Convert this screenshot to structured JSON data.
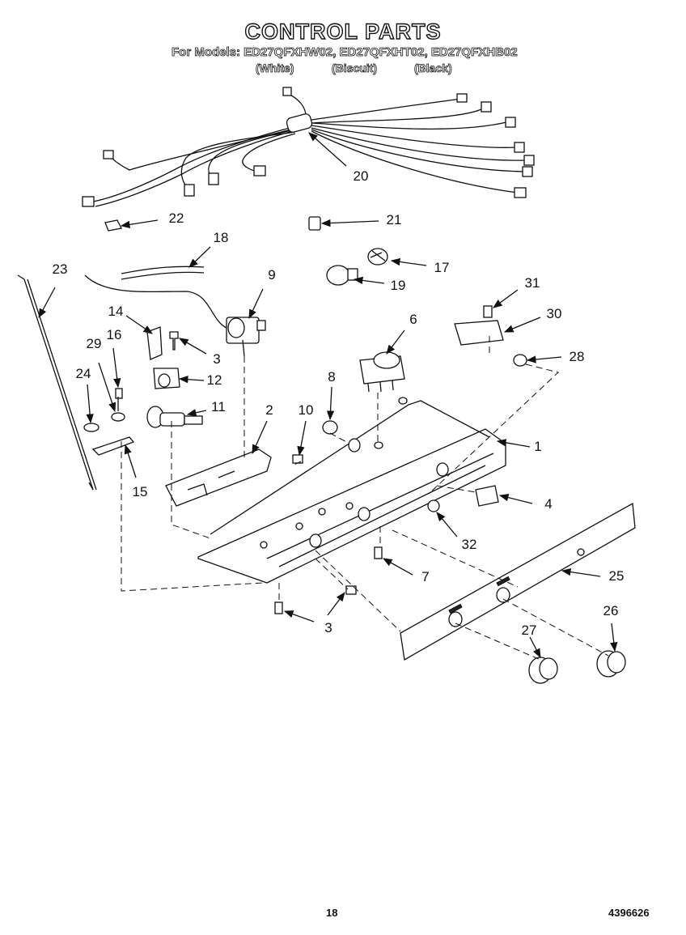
{
  "title": "CONTROL PARTS",
  "models_line": "For Models: ED27QFXHW02, ED27QFXHT02, ED27QFXHB02",
  "variants": [
    "(White)",
    "(Biscuit)",
    "(Black)"
  ],
  "callouts": [
    {
      "id": "c20",
      "label": "20"
    },
    {
      "id": "c22",
      "label": "22"
    },
    {
      "id": "c21",
      "label": "21"
    },
    {
      "id": "c18",
      "label": "18"
    },
    {
      "id": "c17",
      "label": "17"
    },
    {
      "id": "c19",
      "label": "19"
    },
    {
      "id": "c23",
      "label": "23"
    },
    {
      "id": "c9",
      "label": "9"
    },
    {
      "id": "c31",
      "label": "31"
    },
    {
      "id": "c14",
      "label": "14"
    },
    {
      "id": "c16",
      "label": "16"
    },
    {
      "id": "c29",
      "label": "29"
    },
    {
      "id": "c3a",
      "label": "3"
    },
    {
      "id": "c6",
      "label": "6"
    },
    {
      "id": "c30",
      "label": "30"
    },
    {
      "id": "c28",
      "label": "28"
    },
    {
      "id": "c24",
      "label": "24"
    },
    {
      "id": "c12",
      "label": "12"
    },
    {
      "id": "c8",
      "label": "8"
    },
    {
      "id": "c11",
      "label": "11"
    },
    {
      "id": "c2",
      "label": "2"
    },
    {
      "id": "c10",
      "label": "10"
    },
    {
      "id": "c1",
      "label": "1"
    },
    {
      "id": "c15",
      "label": "15"
    },
    {
      "id": "c4",
      "label": "4"
    },
    {
      "id": "c32",
      "label": "32"
    },
    {
      "id": "c7",
      "label": "7"
    },
    {
      "id": "c25",
      "label": "25"
    },
    {
      "id": "c3b",
      "label": "3"
    },
    {
      "id": "c26",
      "label": "26"
    },
    {
      "id": "c27",
      "label": "27"
    }
  ],
  "footer": {
    "page": "18",
    "code": "4396626"
  }
}
